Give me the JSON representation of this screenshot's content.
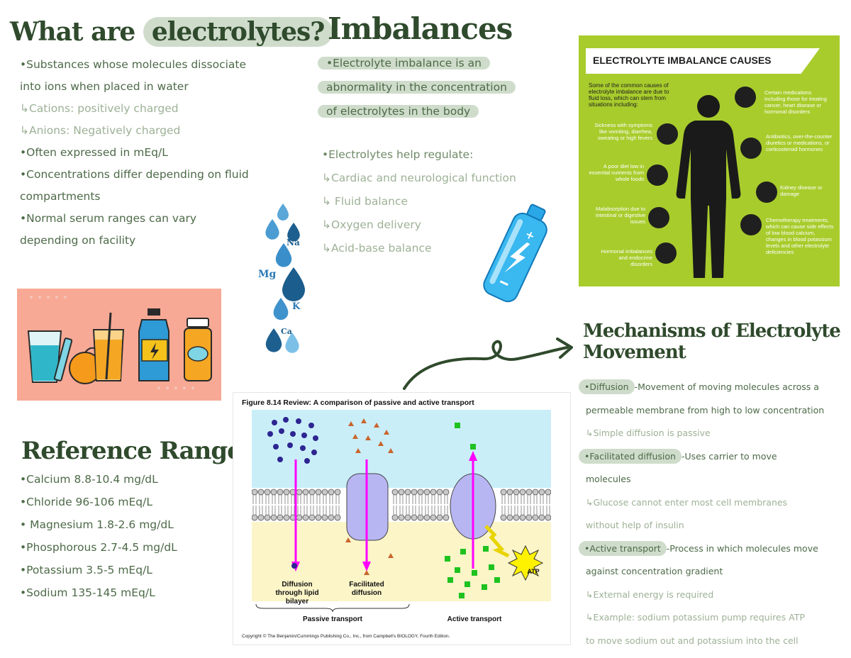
{
  "what": {
    "title_a": "What are ",
    "title_b": "electrolytes?",
    "lines": [
      "•Substances whose molecules dissociate",
      " into ions when placed in water",
      "↳Cations: positively charged",
      "↳Anions: Negatively charged",
      "•Often expressed in mEq/L",
      "•Concentrations differ depending on fluid",
      " compartments",
      "•Normal serum ranges can vary",
      " depending on facility"
    ]
  },
  "imbalances": {
    "title": "Imbalances",
    "def": [
      "•Electrolyte imbalance is an",
      "abnormality in the concentration",
      "of electrolytes in the body"
    ],
    "help_title": "•Electrolytes help regulate:",
    "help": [
      "↳Cardiac and neurological function",
      "↳ Fluid balance",
      "↳Oxygen delivery",
      "↳Acid-base balance"
    ]
  },
  "ions": {
    "na": "Na",
    "mg": "Mg",
    "k": "K",
    "ca": "Ca"
  },
  "reference": {
    "title": "Reference Ranges",
    "lines": [
      "•Calcium 8.8-10.4 mg/dL",
      "•Chloride 96-106 mEq/L",
      "• Magnesium 1.8-2.6 mg/dL",
      "•Phosphorous 2.7-4.5 mg/dL",
      "•Potassium 3.5-5 mEq/L",
      "•Sodium 135-145 mEq/L"
    ]
  },
  "infographic": {
    "title": "ELECTROLYTE IMBALANCE CAUSES",
    "intro": "Some of the common causes of electrolyte imbalance are due to fluid loss, which can stem from situations including:",
    "left": [
      "Sickness with symptoms like vomiting, diarrhea, sweating or high fevers",
      "A poor diet low in essential nutrients from whole foods",
      "Malabsorption due to intestinal or digestive issues",
      "Hormonal imbalances and endocrine disorders"
    ],
    "right": [
      "Certain medications including those for treating cancer, heart disease or hormonal disorders",
      "Antibiotics, over-the-counter diuretics or medications, or corticosteroid hormones",
      "Kidney disease or damage",
      "Chemotherapy treatments, which can cause side effects of low blood calcium, changes in blood potassium levels and other electrolyte deficiencies"
    ]
  },
  "mechanisms": {
    "title1": "Mechanisms of Electrolyte",
    "title2": "Movement",
    "lines": [
      {
        "hl": "•Diffusion",
        "rest": "-Movement of moving molecules across a"
      },
      {
        "hl": "",
        "rest": "permeable membrane from high to low concentration"
      },
      {
        "hl": "",
        "rest": "↳Simple diffusion is passive"
      },
      {
        "hl": "•Facilitated diffusion",
        "rest": "-Uses carrier to move"
      },
      {
        "hl": "",
        "rest": "molecules"
      },
      {
        "hl": "",
        "rest": "↳Glucose cannot enter most cell membranes"
      },
      {
        "hl": "",
        "rest": "without help of insulin"
      },
      {
        "hl": "•Active transport",
        "rest": "-Process in which molecules move"
      },
      {
        "hl": "",
        "rest": "against concentration gradient"
      },
      {
        "hl": "",
        "rest": "↳External energy is required"
      },
      {
        "hl": "",
        "rest": "↳Example: sodium potassium pump requires ATP"
      },
      {
        "hl": "",
        "rest": "to move sodium out and potassium into the cell"
      }
    ]
  },
  "figure": {
    "title": "Figure 8.14  Review: A comparison of passive and active transport",
    "cap1": "Diffusion through lipid bilayer",
    "cap2": "Facilitated diffusion",
    "cap3": "Passive transport",
    "cap4": "Active transport",
    "atp": "ATP",
    "copyright": "Copyright © The Benjamin/Cummings Publishing Co., Inc., from Campbell's BIOLOGY, Fourth Edition."
  },
  "colors": {
    "ink": "#3e5a3a",
    "highlight": "#cfdccb",
    "lime": "#a8cc2c",
    "salmon": "#f7a995"
  }
}
